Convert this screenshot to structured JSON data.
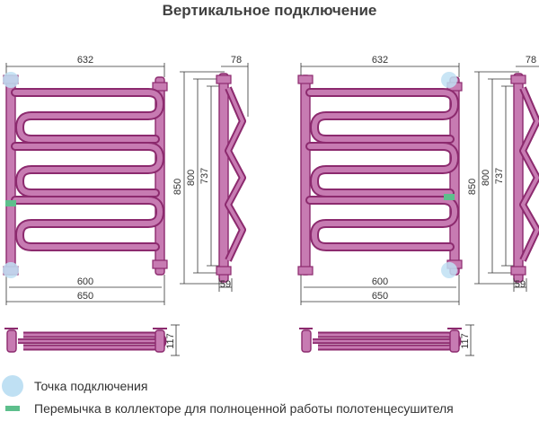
{
  "title": "Вертикальное подключение",
  "colors": {
    "pipe": "#8c2a6e",
    "pipe_light": "#c77bb2",
    "connection_point": "#bfe0f3",
    "jumper": "#5dbf8c",
    "dimension": "#333333"
  },
  "dimensions": {
    "top_width": "632",
    "side_depth": "78",
    "height_total": "850",
    "height_outer": "800",
    "height_inner": "737",
    "bottom_inner": "600",
    "bottom_outer": "650",
    "side_offset": "59",
    "plan_depth": "117"
  },
  "legend": {
    "connection_point": "Точка подключения",
    "jumper": "Перемычка в коллекторе для полноценной работы полотенцесушителя"
  }
}
